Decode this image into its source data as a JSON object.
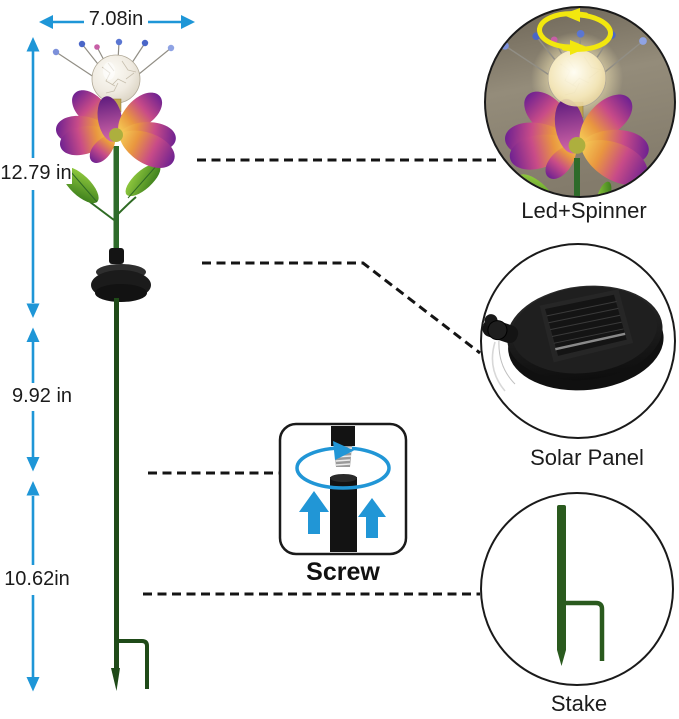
{
  "product_diagram": {
    "dimensions": {
      "width_label": "7.08in",
      "upper_height_label": "12.79 in",
      "middle_height_label": "9.92 in",
      "lower_height_label": "10.62in"
    },
    "callouts": {
      "led_spinner": {
        "label": "Led+Spinner"
      },
      "solar_panel": {
        "label": "Solar Panel"
      },
      "screw": {
        "label": "Screw"
      },
      "stake": {
        "label": "Stake"
      }
    },
    "icons": {
      "rotation_arrows": "yellow-spin-rotation-arrows",
      "screw_rotation": "blue-rotation-ellipse-arrow",
      "assembly_arrows": "blue-up-arrows",
      "dimension_arrows": "blue-double-headed-measure-arrows",
      "connectors": "black-dashed-callout-lines"
    },
    "colors": {
      "background": "#ffffff",
      "dimension_arrow_blue": "#1e96d7",
      "assembly_arrow_blue": "#2196d6",
      "rotation_yellow": "#f2e70e",
      "dashed_connector": "#141414",
      "label_text": "#1b1b1b",
      "stake_green": "#2a5a1e",
      "stem_green": "#2e6b2a",
      "leaf_green": "#4c9a2a",
      "petal_purple": "#6e2191",
      "petal_orange": "#e9973f",
      "solar_panel_black": "#161616"
    }
  }
}
